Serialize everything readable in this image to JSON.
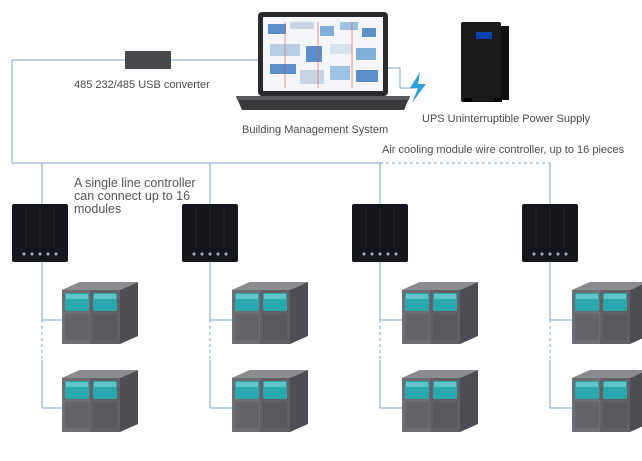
{
  "labels": {
    "converter": "485 232/485 USB converter",
    "bms": "Building Management System",
    "ups": "UPS Uninterruptible Power Supply",
    "wire_controller": "Air cooling module wire controller, up to 16 pieces",
    "single_line": "A single line controller can connect up to 16 modules"
  },
  "colors": {
    "line": "#7fa3c8",
    "panel": "#15161b",
    "unit_body": "#6d6f74",
    "unit_teal": "#2aa8ad",
    "laptop": "#2b2b2e",
    "ups": "#1a1a1c",
    "bolt": "#2c9fdc"
  },
  "icons": [
    "laptop-icon",
    "usb-converter-icon",
    "ups-icon",
    "lightning-bolt-icon",
    "wire-controller-icon",
    "cooling-module-icon"
  ]
}
